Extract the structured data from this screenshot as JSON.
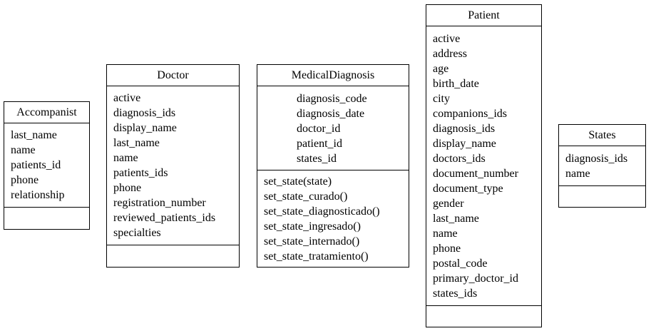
{
  "classes": {
    "accompanist": {
      "name": "Accompanist",
      "attributes": [
        "last_name",
        "name",
        "patients_id",
        "phone",
        "relationship"
      ],
      "methods": []
    },
    "doctor": {
      "name": "Doctor",
      "attributes": [
        "active",
        "diagnosis_ids",
        "display_name",
        "last_name",
        "name",
        "patients_ids",
        "phone",
        "registration_number",
        "reviewed_patients_ids",
        "specialties"
      ],
      "methods": []
    },
    "medical_diagnosis": {
      "name": "MedicalDiagnosis",
      "attributes": [
        "diagnosis_code",
        "diagnosis_date",
        "doctor_id",
        "patient_id",
        "states_id"
      ],
      "methods": [
        "set_state(state)",
        "set_state_curado()",
        "set_state_diagnosticado()",
        "set_state_ingresado()",
        "set_state_internado()",
        "set_state_tratamiento()"
      ]
    },
    "patient": {
      "name": "Patient",
      "attributes": [
        "active",
        "address",
        "age",
        "birth_date",
        "city",
        "companions_ids",
        "diagnosis_ids",
        "display_name",
        "doctors_ids",
        "document_number",
        "document_type",
        "gender",
        "last_name",
        "name",
        "phone",
        "postal_code",
        "primary_doctor_id",
        "states_ids"
      ],
      "methods": []
    },
    "states": {
      "name": "States",
      "attributes": [
        "diagnosis_ids",
        "name"
      ],
      "methods": []
    }
  }
}
